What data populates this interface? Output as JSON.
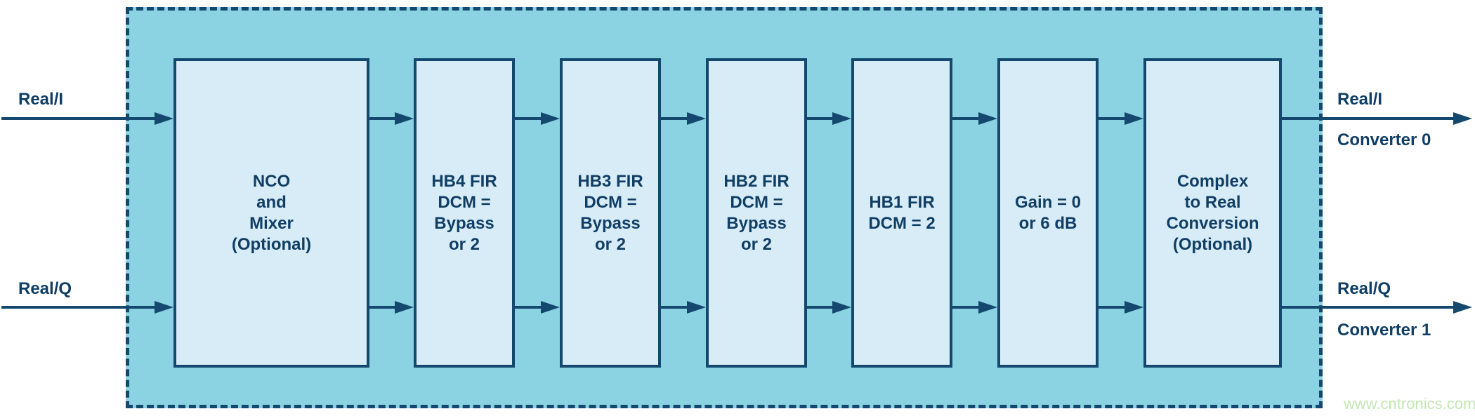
{
  "diagram": {
    "inputs": [
      {
        "label": "Real/I"
      },
      {
        "label": "Real/Q"
      }
    ],
    "blocks": [
      {
        "id": "nco-mixer",
        "text": "NCO\nand\nMixer\n(Optional)"
      },
      {
        "id": "hb4-fir",
        "text": "HB4 FIR\nDCM =\nBypass\nor 2"
      },
      {
        "id": "hb3-fir",
        "text": "HB3 FIR\nDCM =\nBypass\nor 2"
      },
      {
        "id": "hb2-fir",
        "text": "HB2 FIR\nDCM =\nBypass\nor 2"
      },
      {
        "id": "hb1-fir",
        "text": "HB1 FIR\nDCM = 2"
      },
      {
        "id": "gain",
        "text": "Gain = 0\nor 6 dB"
      },
      {
        "id": "complex-to-real",
        "text": "Complex\nto Real\nConversion\n(Optional)"
      }
    ],
    "outputs": [
      {
        "signal": "Real/I",
        "converter": "Converter 0"
      },
      {
        "signal": "Real/Q",
        "converter": "Converter 1"
      }
    ],
    "watermark": "www.cntronics.com",
    "colors": {
      "region_fill": "#8BD2E2",
      "block_fill": "#D8ECF7",
      "line_navy": "#14486E",
      "text_navy": "#103E64",
      "watermark_green": "#C4E7B4"
    }
  }
}
